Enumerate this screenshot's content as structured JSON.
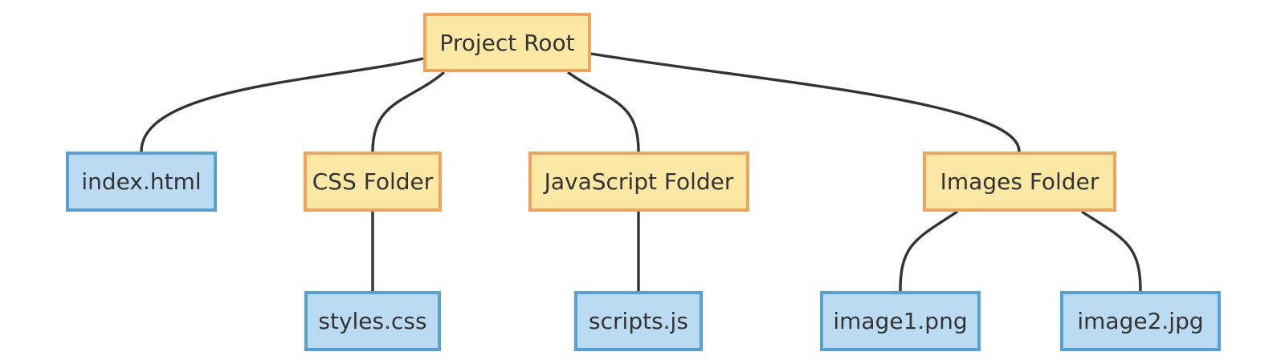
{
  "diagram": {
    "colors": {
      "folder_fill": "#FAE8A4",
      "folder_border": "#F0A45D",
      "file_fill": "#BBDBF2",
      "file_border": "#55A1D6",
      "edge_color": "#333333",
      "text_color": "#333333",
      "background": "#FFFFFF"
    },
    "nodes": {
      "project_root": {
        "label": "Project Root",
        "kind": "folder"
      },
      "index_html": {
        "label": "index.html",
        "kind": "file"
      },
      "css_folder": {
        "label": "CSS Folder",
        "kind": "folder"
      },
      "js_folder": {
        "label": "JavaScript Folder",
        "kind": "folder"
      },
      "images_folder": {
        "label": "Images Folder",
        "kind": "folder"
      },
      "styles_css": {
        "label": "styles.css",
        "kind": "file"
      },
      "scripts_js": {
        "label": "scripts.js",
        "kind": "file"
      },
      "image1_png": {
        "label": "image1.png",
        "kind": "file"
      },
      "image2_jpg": {
        "label": "image2.jpg",
        "kind": "file"
      }
    },
    "edges": [
      {
        "from": "Project Root",
        "to": "index.html"
      },
      {
        "from": "Project Root",
        "to": "CSS Folder"
      },
      {
        "from": "Project Root",
        "to": "JavaScript Folder"
      },
      {
        "from": "Project Root",
        "to": "Images Folder"
      },
      {
        "from": "CSS Folder",
        "to": "styles.css"
      },
      {
        "from": "JavaScript Folder",
        "to": "scripts.js"
      },
      {
        "from": "Images Folder",
        "to": "image1.png"
      },
      {
        "from": "Images Folder",
        "to": "image2.jpg"
      }
    ]
  }
}
